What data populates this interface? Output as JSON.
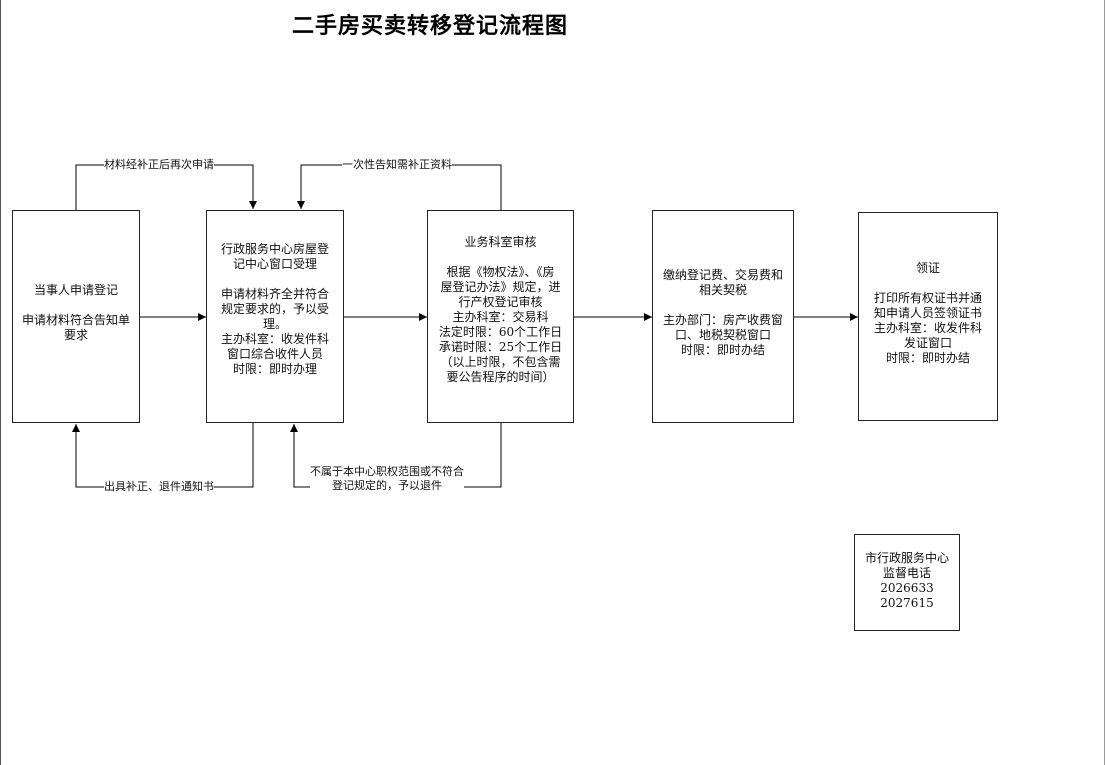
{
  "title": "二手房买卖转移登记流程图",
  "steps": [
    {
      "lines": [
        "当事人申请登记",
        "",
        "申请材料符合告知单",
        "要求"
      ]
    },
    {
      "lines": [
        "行政服务中心房屋登",
        "记中心窗口受理",
        "",
        "申请材料齐全并符合",
        "规定要求的，予以受",
        "理。",
        "主办科室：收发件科",
        "窗口综合收件人员",
        "时限：即时办理"
      ]
    },
    {
      "lines": [
        "业务科室审核",
        "",
        "根据《物权法》、《房",
        "屋登记办法》规定，进",
        "行产权登记审核",
        "主办科室：交易科",
        "法定时限：60个工作日",
        "承诺时限：25个工作日",
        "（以上时限，不包含需",
        "要公告程序的时间）"
      ]
    },
    {
      "lines": [
        "缴纳登记费、交易费和",
        "相关契税",
        "",
        "主办部门：房产收费窗",
        "口、地税契税窗口",
        "时限：即时办结"
      ]
    },
    {
      "lines": [
        "领证",
        "",
        "打印所有权证书并通",
        "知申请人员签领证书",
        "主办科室：收发件科",
        "发证窗口",
        "时限：即时办结"
      ]
    }
  ],
  "loops": {
    "resubmit": "材料经补正后再次申请",
    "notify_supplement": "一次性告知需补正资料",
    "return_notice": "出具补正、退件通知书",
    "reject": [
      "不属于本中心职权范围或不符合",
      "登记规定的，予以退件"
    ]
  },
  "hotline": {
    "lines": [
      "市行政服务中心",
      "监督电话",
      "2026633",
      "2027615"
    ]
  }
}
